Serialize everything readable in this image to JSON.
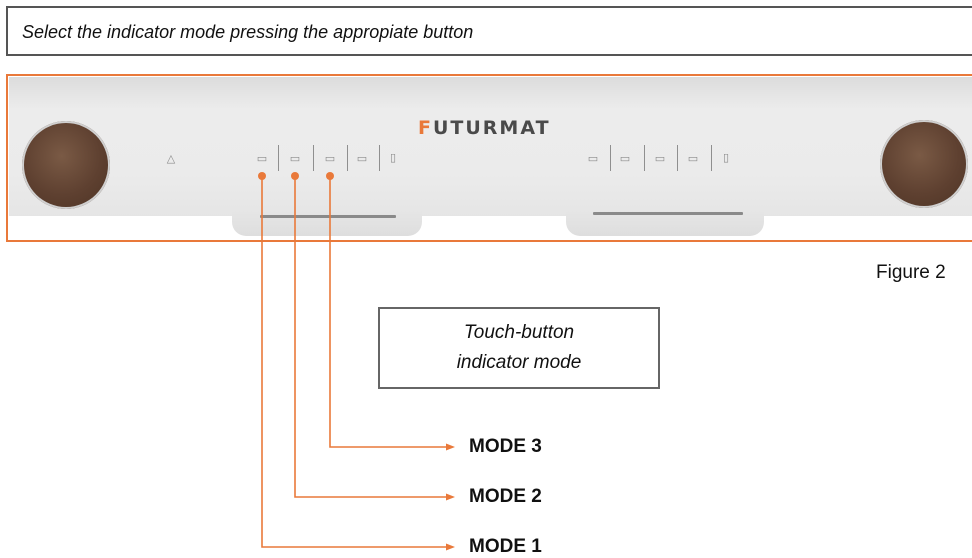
{
  "instruction": "Select the indicator mode pressing the appropiate button",
  "brand": {
    "lead": "F",
    "rest": "UTURMAT"
  },
  "figure_caption": "Figure 2",
  "callout": {
    "line1": "Touch-button",
    "line2": "indicator mode"
  },
  "modes": [
    {
      "label": "MODE 3"
    },
    {
      "label": "MODE 2"
    },
    {
      "label": "MODE 1"
    }
  ],
  "icons": {
    "water": "water-drop-icon",
    "left_group": [
      "cup-small-icon",
      "cup-medium-icon",
      "cup-large-icon",
      "cup-double-icon",
      "mug-icon"
    ],
    "right_group": [
      "cup-small-icon",
      "cup-medium-icon",
      "cup-large-icon",
      "cup-double-icon",
      "mug-icon"
    ]
  },
  "colors": {
    "accent": "#e9793a",
    "knob": "#5e4030",
    "panel": "#ececec"
  }
}
